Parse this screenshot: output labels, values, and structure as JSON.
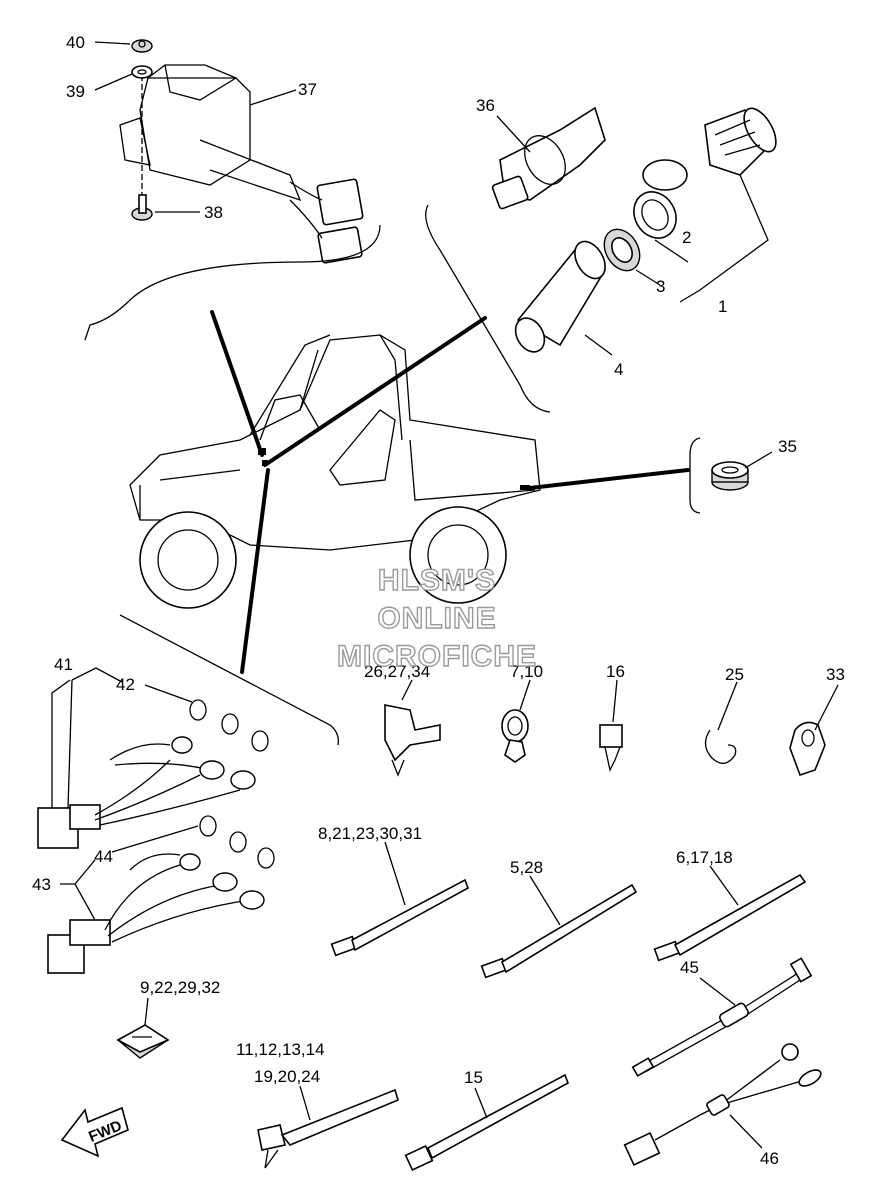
{
  "callouts": {
    "p1": "1",
    "p2": "2",
    "p3": "3",
    "p4": "4",
    "p5_28": "5,28",
    "p6_17_18": "6,17,18",
    "p7_10": "7,10",
    "p8_group": "8,21,23,30,31",
    "p9_group": "9,22,29,32",
    "p11_group": "11,12,13,14",
    "p19_group": "19,20,24",
    "p15": "15",
    "p16": "16",
    "p25": "25",
    "p26_group": "26,27,34",
    "p33": "33",
    "p35": "35",
    "p36": "36",
    "p37": "37",
    "p38": "38",
    "p39": "39",
    "p40": "40",
    "p41": "41",
    "p42": "42",
    "p43": "43",
    "p44": "44",
    "p45": "45",
    "p46": "46"
  },
  "watermark": {
    "line1": "HLSM'S",
    "line2": "ONLINE",
    "line3": "MICROFICHE"
  },
  "fwd_arrow": {
    "label": "FWD"
  }
}
